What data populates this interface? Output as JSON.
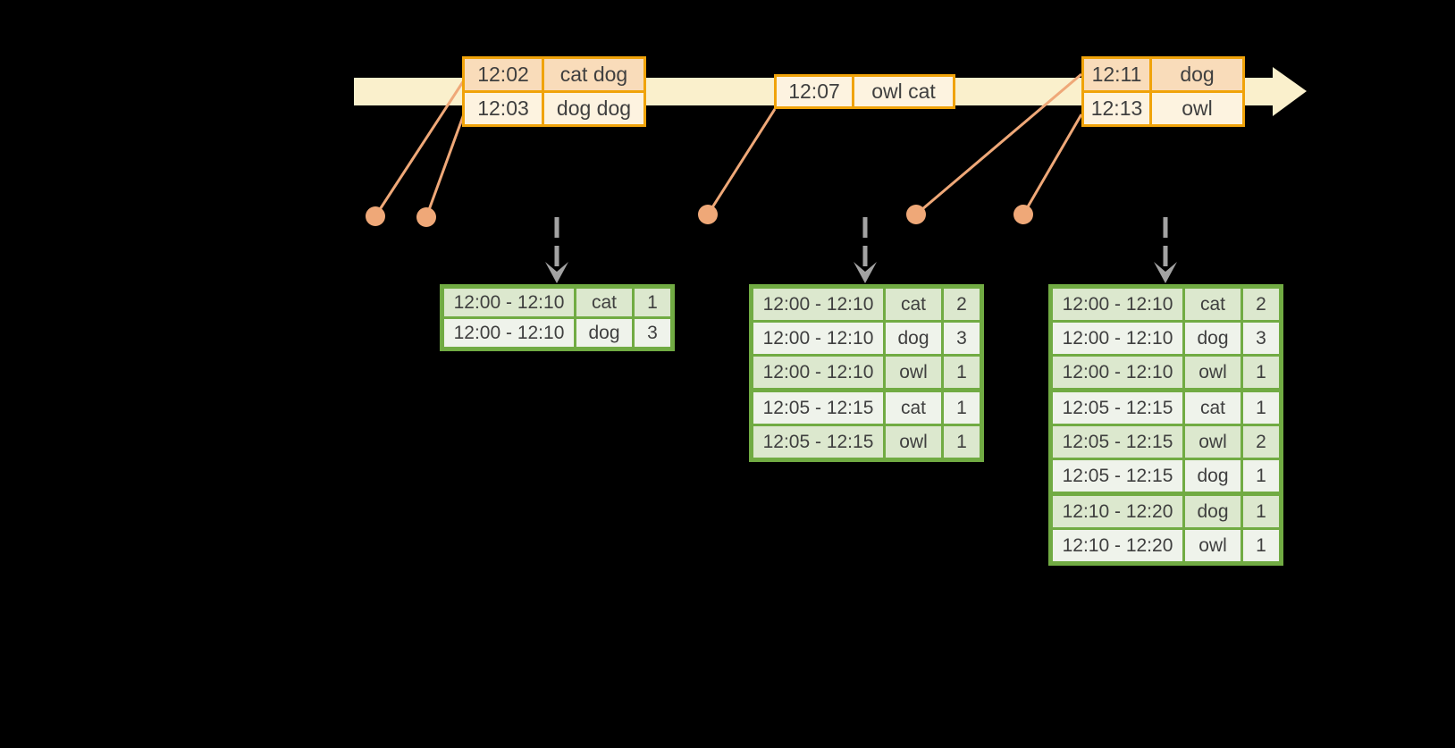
{
  "colors": {
    "background": "#000000",
    "timeline_band": "#faf0cc",
    "event_table_border": "#f0a30a",
    "event_row_dark": "#f9dcba",
    "event_row_light": "#fdf3e0",
    "connector_salmon": "#efa878",
    "result_table_border": "#71ab43",
    "result_row_dark": "#dce8ce",
    "result_row_light": "#eff3eb",
    "trigger_arrow_gray": "#a3a3a3",
    "text": "#3f3f3f"
  },
  "timeline": {
    "event_tables": [
      {
        "rows": [
          {
            "time": "12:02",
            "words": "cat dog"
          },
          {
            "time": "12:03",
            "words": "dog dog"
          }
        ]
      },
      {
        "rows": [
          {
            "time": "12:07",
            "words": "owl cat"
          }
        ]
      },
      {
        "rows": [
          {
            "time": "12:11",
            "words": "dog"
          },
          {
            "time": "12:13",
            "words": "owl"
          }
        ]
      }
    ]
  },
  "result_tables": [
    {
      "rows": [
        {
          "window": "12:00 - 12:10",
          "word": "cat",
          "count": "1"
        },
        {
          "window": "12:00 - 12:10",
          "word": "dog",
          "count": "3"
        }
      ]
    },
    {
      "rows": [
        {
          "window": "12:00 - 12:10",
          "word": "cat",
          "count": "2"
        },
        {
          "window": "12:00 - 12:10",
          "word": "dog",
          "count": "3"
        },
        {
          "window": "12:00 - 12:10",
          "word": "owl",
          "count": "1"
        },
        {
          "window": "12:05 - 12:15",
          "word": "cat",
          "count": "1"
        },
        {
          "window": "12:05 - 12:15",
          "word": "owl",
          "count": "1"
        }
      ]
    },
    {
      "rows": [
        {
          "window": "12:00 - 12:10",
          "word": "cat",
          "count": "2"
        },
        {
          "window": "12:00 - 12:10",
          "word": "dog",
          "count": "3"
        },
        {
          "window": "12:00 - 12:10",
          "word": "owl",
          "count": "1"
        },
        {
          "window": "12:05 - 12:15",
          "word": "cat",
          "count": "1"
        },
        {
          "window": "12:05 - 12:15",
          "word": "owl",
          "count": "2"
        },
        {
          "window": "12:05 - 12:15",
          "word": "dog",
          "count": "1"
        },
        {
          "window": "12:10 - 12:20",
          "word": "dog",
          "count": "1"
        },
        {
          "window": "12:10 - 12:20",
          "word": "owl",
          "count": "1"
        }
      ]
    }
  ]
}
